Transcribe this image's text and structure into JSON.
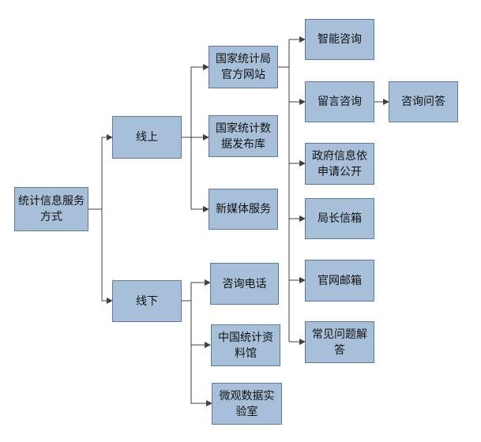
{
  "colors": {
    "node_fill": "#a8bfd9",
    "node_border": "#5f7895",
    "connector": "#404040"
  },
  "nodes": {
    "root": {
      "label": "统计信息服务\n方式"
    },
    "online": {
      "label": "线上"
    },
    "offline": {
      "label": "线下"
    },
    "nbs_site": {
      "label": "国家统计局\n官方网站"
    },
    "nbs_db": {
      "label": "国家统计数\n据发布库"
    },
    "new_media": {
      "label": "新媒体服务"
    },
    "phone": {
      "label": "咨询电话"
    },
    "library": {
      "label": "中国统计资\n料馆"
    },
    "micro_lab": {
      "label": "微观数据实\n验室"
    },
    "smart": {
      "label": "智能咨询"
    },
    "message": {
      "label": "留言咨询"
    },
    "qa": {
      "label": "咨询问答"
    },
    "gov_info": {
      "label": "政府信息依\n申请公开"
    },
    "director": {
      "label": "局长信箱"
    },
    "site_mail": {
      "label": "官网邮箱"
    },
    "faq": {
      "label": "常见问题解\n答"
    }
  }
}
